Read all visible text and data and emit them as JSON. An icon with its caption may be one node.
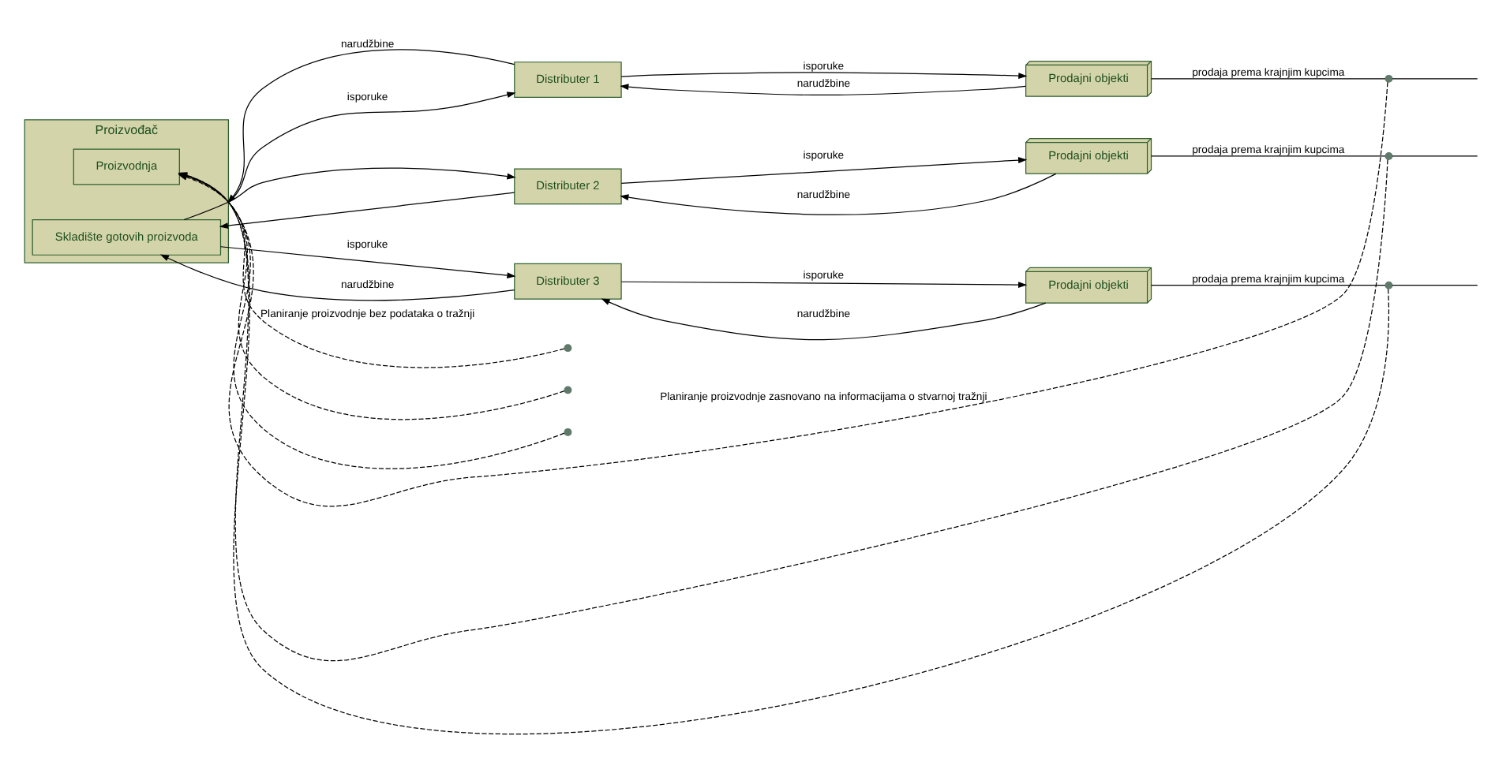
{
  "diagram": {
    "nodes": [
      {
        "text": [
          "Proizvođač"
        ]
      },
      {
        "text": [
          "Proizvodnja"
        ],
        "in": 0
      },
      {
        "text": [
          "Skladište gotovih proizvoda"
        ],
        "in": 0
      },
      {
        "text": [
          "Distributer 1"
        ]
      },
      {
        "text": [
          "Prodajni objekti"
        ]
      },
      {
        "text": [
          "Distributer 2"
        ]
      },
      {
        "text": [
          "Prodajni objekti"
        ]
      },
      {
        "text": [
          "Distributer 3"
        ]
      },
      {
        "text": [
          "Prodajni objekti"
        ]
      },
      {
        "text": [],
        "shape": "circle"
      },
      {
        "text": [],
        "shape": "circle"
      },
      {
        "text": [],
        "shape": "circle"
      },
      {
        "text": [],
        "shape": "circle"
      },
      {
        "text": [],
        "shape": "circle"
      },
      {
        "text": [],
        "shape": "circle"
      }
    ],
    "edges": [
      {
        "from": 3,
        "to": 0,
        "arrow": "to",
        "label": "narudžbine"
      },
      {
        "from": 0,
        "to": 3,
        "arrow": "to",
        "label": "isporuke"
      },
      {
        "from": 5,
        "to": 2,
        "arrow": "to"
      },
      {
        "from": 2,
        "to": 5,
        "arrow": "to"
      },
      {
        "from": 7,
        "to": 2,
        "arrow": "to",
        "label": "narudžbine"
      },
      {
        "from": 2,
        "to": 7,
        "arrow": "to",
        "label": "isporuke"
      },
      {
        "from": 4,
        "to": 3,
        "arrow": "to",
        "label": "narudžbine"
      },
      {
        "from": 3,
        "to": 4,
        "arrow": "to",
        "label": "isporuke"
      },
      {
        "from": 6,
        "to": 5,
        "arrow": "to",
        "label": "narudžbine"
      },
      {
        "from": 5,
        "to": 6,
        "arrow": "to",
        "label": "isporuke"
      },
      {
        "from": 8,
        "to": 7,
        "arrow": "to",
        "label": "narudžbine"
      },
      {
        "from": 7,
        "to": 8,
        "arrow": "to",
        "label": "isporuke"
      },
      {
        "from": 4,
        "to": 12,
        "arrow": "none",
        "label": "prodaja prema krajnjim kupcima"
      },
      {
        "from": 12,
        "to": null,
        "arrow": "none"
      },
      {
        "from": 6,
        "to": 13,
        "arrow": "none",
        "label": "prodaja prema krajnjim kupcima"
      },
      {
        "from": 13,
        "to": null,
        "arrow": "none"
      },
      {
        "from": 8,
        "to": 14,
        "arrow": "none",
        "label": "prodaja prema krajnjim kupcima"
      },
      {
        "from": 14,
        "to": null,
        "arrow": "none"
      },
      {
        "from": 9,
        "to": 1,
        "arrow": "to",
        "style": "dashed",
        "label": "Planiranje proizvodnje bez podataka o tražnji"
      },
      {
        "from": 10,
        "to": 1,
        "arrow": "to",
        "style": "dashed"
      },
      {
        "from": 11,
        "to": 1,
        "arrow": "to",
        "style": "dashed"
      },
      {
        "from": 12,
        "to": 1,
        "arrow": "to",
        "style": "dashed",
        "label": "Planiranje proizvodnje zasnovano na informacijama o stvarnoj tražnji"
      },
      {
        "from": 13,
        "to": 1,
        "arrow": "to",
        "style": "dashed"
      },
      {
        "from": 14,
        "to": 1,
        "arrow": "to",
        "style": "dashed"
      }
    ]
  }
}
